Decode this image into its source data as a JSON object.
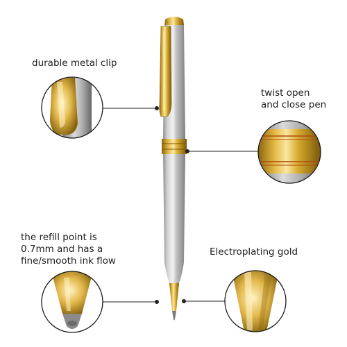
{
  "annotations": {
    "clip": {
      "lines": [
        "durable metal clip"
      ]
    },
    "twist": {
      "lines": [
        "twist open",
        "and close pen"
      ]
    },
    "refill": {
      "lines": [
        "the refill point is",
        "0.7mm and has a",
        "fine/smooth ink flow"
      ]
    },
    "gold": {
      "lines": [
        "Electroplating gold"
      ]
    }
  },
  "colors": {
    "steel": "#b9b9b9",
    "gold": "#d4a82a",
    "gold_dark": "#8a6510",
    "connector": "#222222",
    "background": "#ffffff"
  },
  "icons": [
    "pen-product",
    "clip-detail-icon",
    "ring-detail-icon",
    "tip-detail-icon",
    "cone-detail-icon"
  ]
}
